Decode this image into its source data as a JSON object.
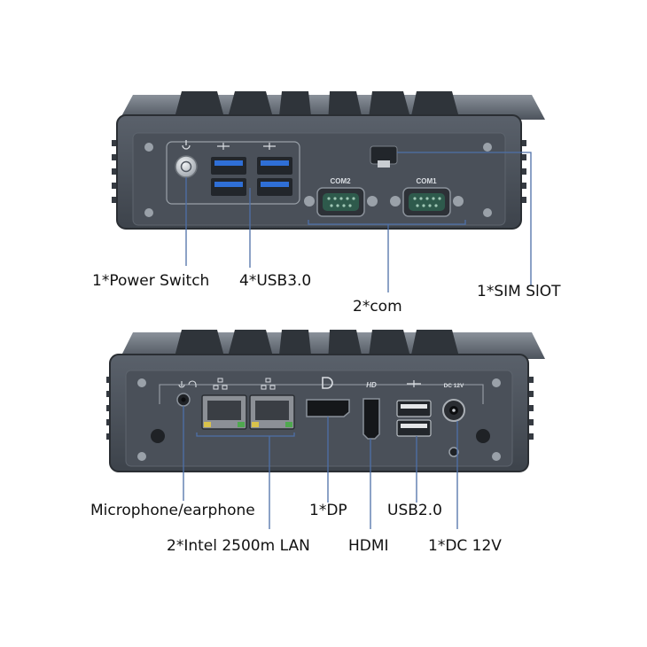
{
  "top_panel": {
    "port_labels": {
      "com2": "COM2",
      "com1": "COM1"
    }
  },
  "bottom_panel": {
    "port_labels": {
      "hdmi": "HD",
      "dc": "DC 12V"
    }
  },
  "callouts": {
    "power_switch": "1*Power Switch",
    "usb30": "4*USB3.0",
    "com": "2*com",
    "sim_slot": "1*SIM SlOT",
    "microphone": "Microphone/earphone",
    "lan": "2*Intel 2500m LAN",
    "dp": "1*DP",
    "hdmi": "HDMI",
    "usb20": "USB2.0",
    "dc": "1*DC 12V"
  },
  "colors": {
    "chassis": "#4a5059",
    "chassis_dark": "#2d3137",
    "fin": "#6b727c",
    "usb30_blue": "#2f6fd6",
    "serial_green": "#2e5a4c",
    "lan_port": "#8c9096",
    "leader_line": "#4d6fa8"
  }
}
